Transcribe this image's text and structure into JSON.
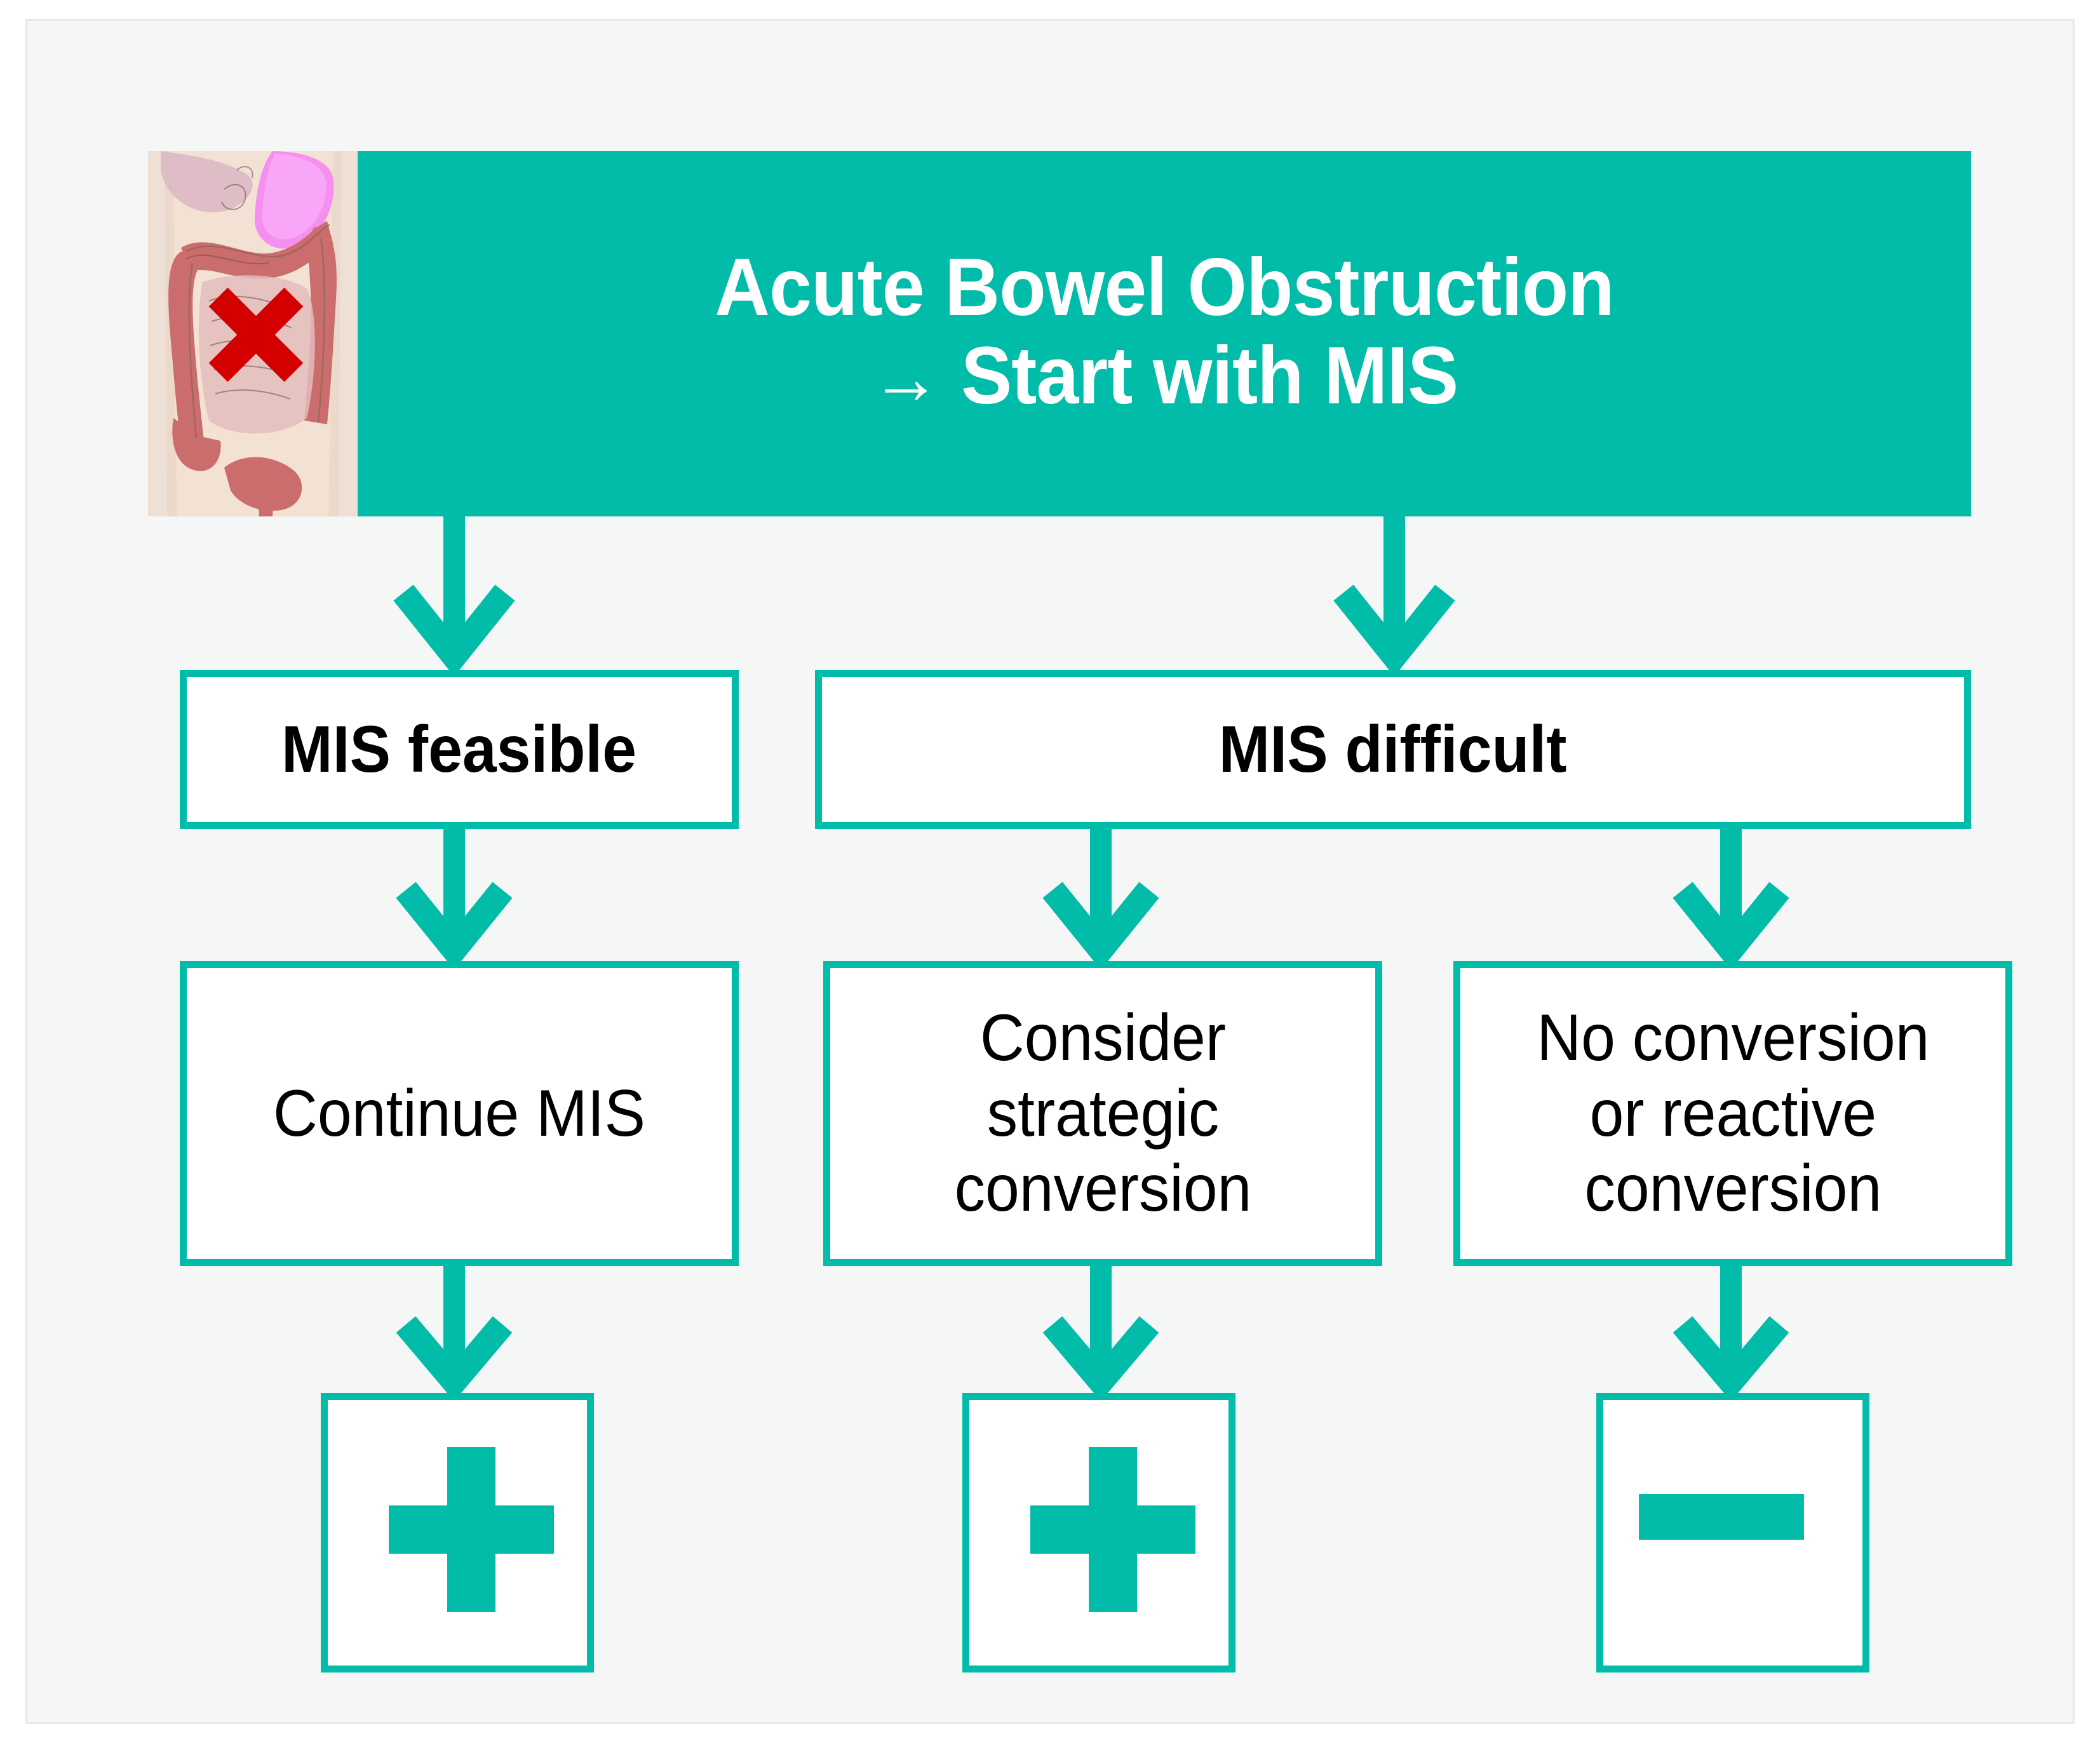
{
  "header": {
    "title_line1": "Acute Bowel Obstruction",
    "arrow_glyph": "→",
    "title_line2": "Start with MIS",
    "figure_alt": "colon-anatomy-with-red-x",
    "background_color": "#00BCA8",
    "text_color": "#FFFFFF"
  },
  "theme": {
    "accent": "#00BCA8",
    "page_background": "#F5F6F6",
    "box_fill": "#FFFFFF",
    "text": "#000000",
    "x_mark_color": "#D40000"
  },
  "nodes": {
    "feasible": "MIS feasible",
    "difficult": "MIS difficult",
    "continue_mis": "Continue MIS",
    "strategic": "Consider strategic conversion",
    "strategic_lines": [
      "Consider",
      "strategic",
      "conversion"
    ],
    "no_conversion": "No conversion or reactive conversion",
    "no_conversion_lines": [
      "No conversion",
      "or reactive",
      "conversion"
    ]
  },
  "outcomes": [
    {
      "id": "outcome-left",
      "symbol": "plus",
      "meaning": "positive"
    },
    {
      "id": "outcome-mid",
      "symbol": "plus",
      "meaning": "positive"
    },
    {
      "id": "outcome-right",
      "symbol": "minus",
      "meaning": "negative"
    }
  ]
}
